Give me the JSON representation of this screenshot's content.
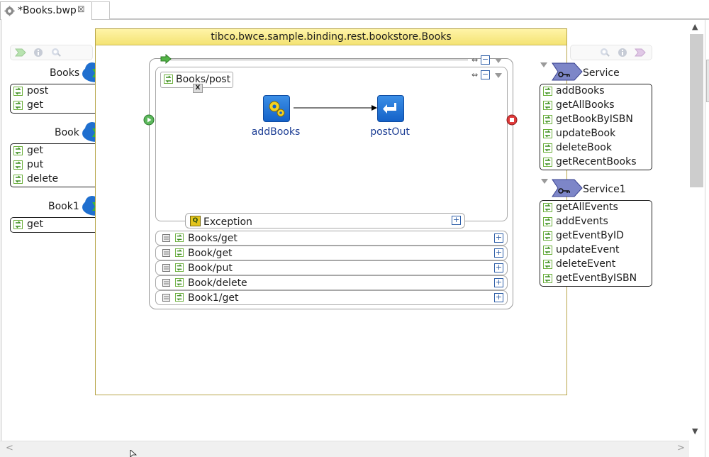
{
  "tab": {
    "title": "*Books.bwp",
    "close": "⊠"
  },
  "process": {
    "title": "tibco.bwce.sample.binding.rest.bookstore.Books"
  },
  "scope": {
    "label": "Books/post",
    "tooltip": "X"
  },
  "activities": [
    {
      "label": "addBooks"
    },
    {
      "label": "postOut"
    }
  ],
  "exception": {
    "label": "Exception",
    "icon": "Q"
  },
  "operations": [
    {
      "label": "Books/get"
    },
    {
      "label": "Book/get"
    },
    {
      "label": "Book/put"
    },
    {
      "label": "Book/delete"
    },
    {
      "label": "Book1/get"
    }
  ],
  "left_bindings": [
    {
      "name": "Books",
      "ops": [
        "post",
        "get"
      ]
    },
    {
      "name": "Book",
      "ops": [
        "get",
        "put",
        "delete"
      ]
    },
    {
      "name": "Book1",
      "ops": [
        "get"
      ]
    }
  ],
  "services": [
    {
      "name": "Service",
      "ops": [
        "addBooks",
        "getAllBooks",
        "getBookByISBN",
        "updateBook",
        "deleteBook",
        "getRecentBooks"
      ]
    },
    {
      "name": "Service1",
      "ops": [
        "getAllEvents",
        "addEvents",
        "getEventByID",
        "updateEvent",
        "deleteEvent",
        "getEventByISBN"
      ]
    }
  ],
  "controls": {
    "plus": "+",
    "minus": "−",
    "collapse": "⇔"
  },
  "scroll": {
    "up": "▲",
    "down": "▼",
    "left": "<",
    "right": ">"
  },
  "colors": {
    "header": "#f4e373",
    "accent": "#1e3f95",
    "ok_dot": "#7ecf74",
    "stop": "#e03a3a",
    "start": "#5cb85c"
  }
}
